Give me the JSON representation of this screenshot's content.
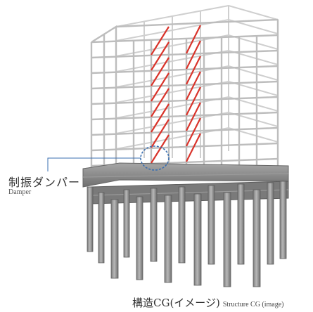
{
  "damper_label": {
    "ja": "制振ダンパー",
    "en": "Damper"
  },
  "caption": {
    "ja": "構造CG(イメージ)",
    "en": "Structure CG (image)"
  },
  "colors": {
    "damper": "#d9342b",
    "callout": "#3a6fb0",
    "frame": "#c9c9c9",
    "podium": "#8f8f8f"
  }
}
